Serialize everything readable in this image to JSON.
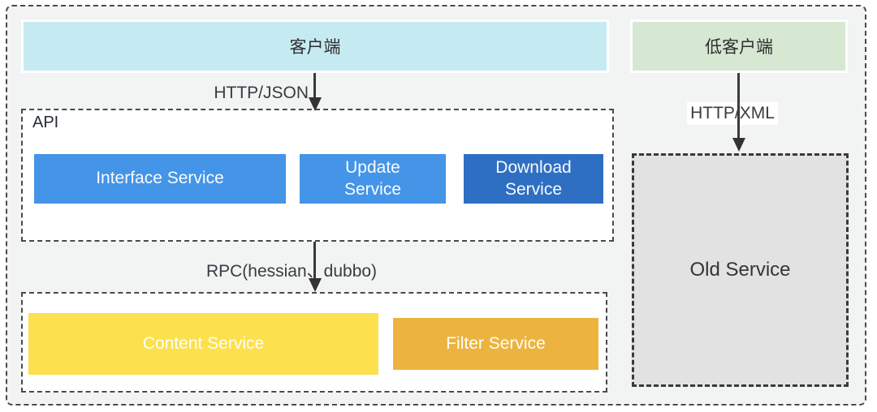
{
  "diagram": {
    "client": {
      "label": "客户端"
    },
    "low_client": {
      "label": "低客户端"
    },
    "edges": {
      "http_json": "HTTP/JSON",
      "rpc": "RPC(hessian、dubbo)",
      "http_xml": "HTTP/XML"
    },
    "api_group": {
      "label": "API",
      "services": [
        {
          "label": "Interface Service"
        },
        {
          "label": "Update Service"
        },
        {
          "label": "Download Service"
        }
      ]
    },
    "content_group": {
      "services": [
        {
          "label": "Content Service"
        },
        {
          "label": "Filter Service"
        }
      ]
    },
    "old_service": {
      "label": "Old Service"
    },
    "colors": {
      "background": "#f2f3f3",
      "client_cyan": "#c6eaf2",
      "low_client_green": "#d6e7d2",
      "service_blue": "#4494e7",
      "service_dark_blue": "#2e6fc3",
      "content_yellow": "#fce04e",
      "filter_orange": "#ecb43f",
      "old_service_gray": "#e2e2e2",
      "arrow_dark": "#3a3a3a"
    }
  }
}
